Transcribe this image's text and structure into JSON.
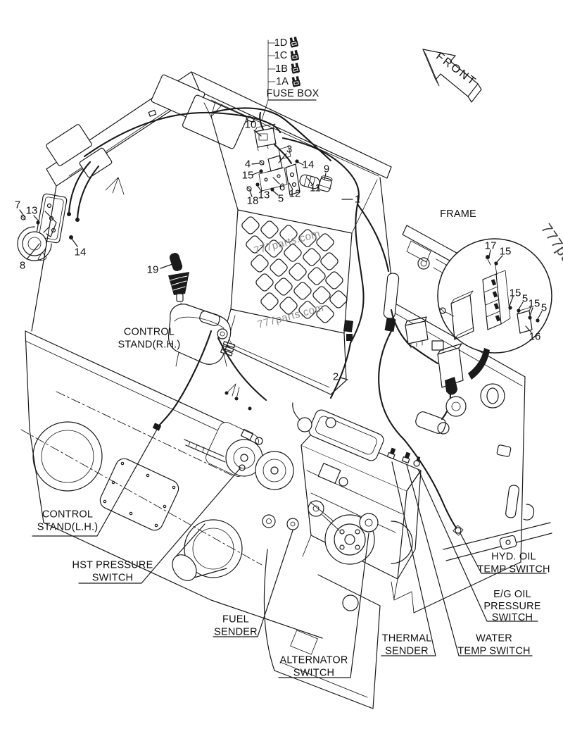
{
  "diagram": {
    "front_arrow_label": "FRONT",
    "frame_label": "FRAME",
    "fuse_box": {
      "label": "FUSE BOX",
      "fuses": [
        "1D",
        "1C",
        "1B",
        "1A"
      ]
    },
    "watermark": "777parts.com",
    "callouts": {
      "control_stand_rh": [
        "CONTROL",
        "STAND(R.H.)"
      ],
      "control_stand_lh": [
        "CONTROL",
        "STAND(L.H.)"
      ],
      "hst_pressure_switch": [
        "HST PRESSURE",
        "SWITCH"
      ],
      "fuel_sender": [
        "FUEL",
        "SENDER"
      ],
      "alternator_switch": [
        "ALTERNATOR",
        "SWITCH"
      ],
      "thermal_sender": [
        "THERMAL",
        "SENDER"
      ],
      "water_temp_switch": [
        "WATER",
        "TEMP SWITCH"
      ],
      "eg_oil_pressure_switch": [
        "E/G OIL",
        "PRESSURE",
        "SWITCH"
      ],
      "hyd_oil_temp_switch": [
        "HYD. OIL",
        "TEMP SWITCH"
      ]
    },
    "part_numbers": [
      "7",
      "13",
      "8",
      "14",
      "19",
      "10",
      "3",
      "4",
      "15",
      "14",
      "9",
      "6",
      "11",
      "12",
      "13",
      "5",
      "18",
      "1",
      "2",
      "17",
      "15",
      "15",
      "5",
      "15",
      "5",
      "16"
    ],
    "line_color": "#1a1a1a",
    "watermark_color": "#8e8e8e"
  }
}
